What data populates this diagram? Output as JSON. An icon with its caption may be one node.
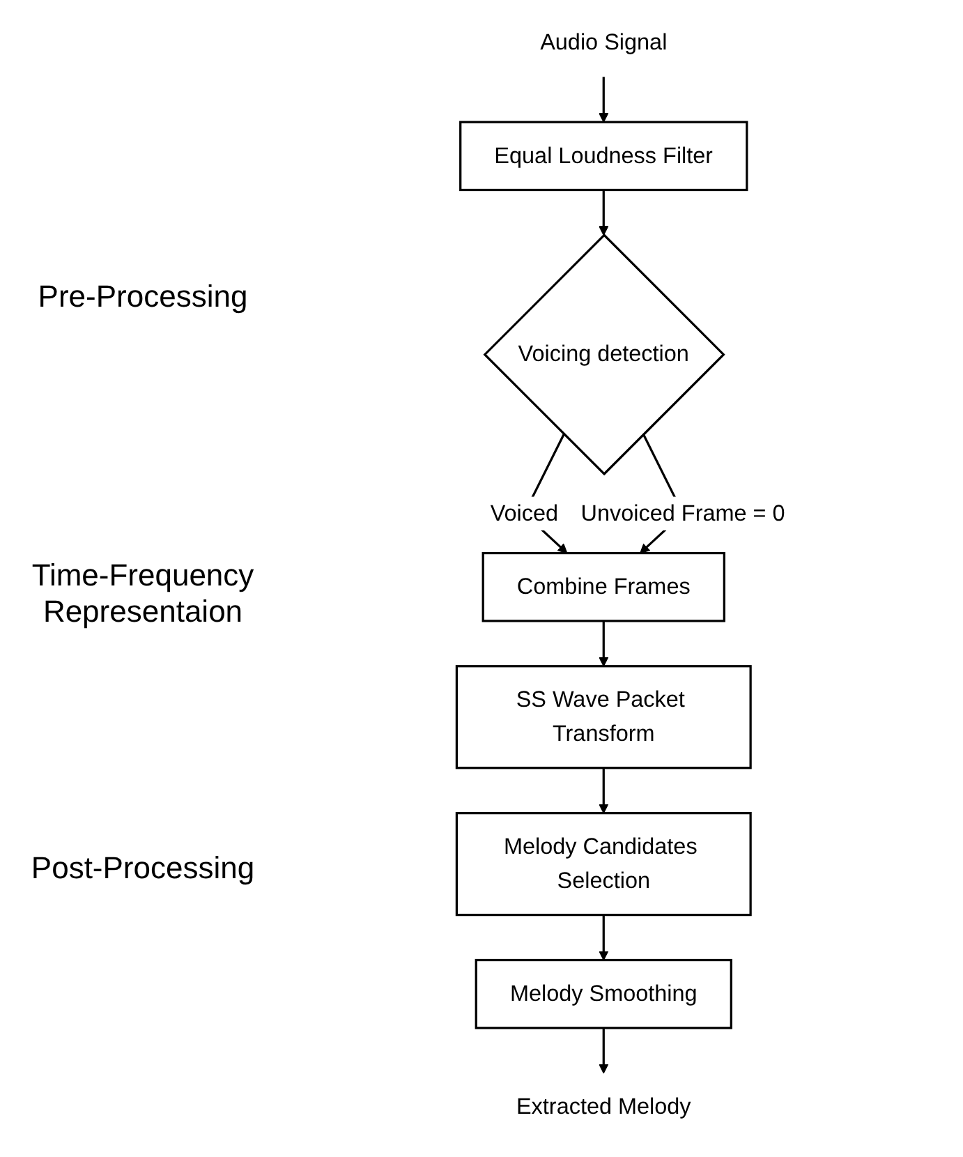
{
  "diagram": {
    "nodes": [
      {
        "text": [
          "Audio Signal"
        ]
      },
      {
        "text": [
          "Equal Loudness Filter"
        ]
      },
      {
        "text": [
          "Voicing detection"
        ]
      },
      {
        "text": [
          "Combine Frames"
        ]
      },
      {
        "text": [
          "SS Wave Packet Transform"
        ]
      },
      {
        "text": [
          "Melody Candidates Selection"
        ]
      },
      {
        "text": [
          "Melody Smoothing"
        ]
      },
      {
        "text": [
          "Extracted Melody"
        ]
      }
    ],
    "edges": [
      {
        "from": 0,
        "to": 1,
        "arrow": "to"
      },
      {
        "from": 1,
        "to": 2,
        "arrow": "to"
      },
      {
        "from": 2,
        "to": 3,
        "arrow": "to",
        "label": "Voiced"
      },
      {
        "from": 2,
        "to": 3,
        "arrow": "to",
        "label": "Unvoiced Frame = 0"
      },
      {
        "from": 3,
        "to": 4,
        "arrow": "to"
      },
      {
        "from": 4,
        "to": 5,
        "arrow": "to"
      },
      {
        "from": 5,
        "to": 6,
        "arrow": "to"
      },
      {
        "from": 6,
        "to": 7,
        "arrow": "to"
      }
    ],
    "labels": [
      "Pre-Processing",
      "Time-Frequency Representaion",
      "Post-Processing"
    ]
  }
}
